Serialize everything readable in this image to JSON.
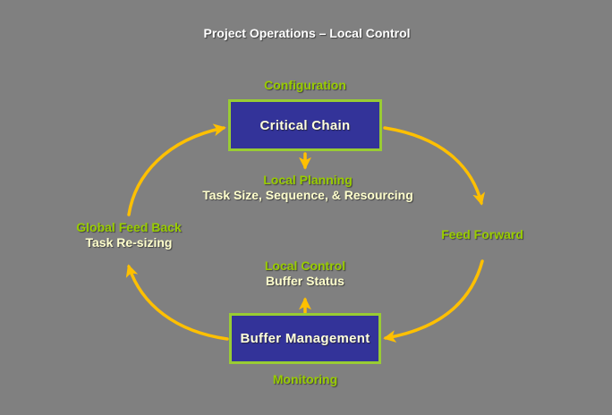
{
  "title": "Project Operations – Local Control",
  "labels": {
    "configuration": "Configuration",
    "critical_chain": "Critical Chain",
    "local_planning": "Local Planning",
    "task_size": "Task Size, Sequence, & Resourcing",
    "global_feed_back": "Global Feed Back",
    "task_resizing": "Task Re-sizing",
    "feed_forward": "Feed Forward",
    "local_control": "Local Control",
    "buffer_status": "Buffer Status",
    "buffer_management": "Buffer Management",
    "monitoring": "Monitoring"
  },
  "flow": {
    "direction": "clockwise",
    "cycle": [
      "Critical Chain",
      "Feed Forward",
      "Buffer Management",
      "Global Feed Back / Task Re-sizing"
    ]
  },
  "colors": {
    "background": "#808080",
    "title_text": "#FFFFFF",
    "green_text": "#99CC00",
    "cream_text": "#FFFFCC",
    "node_text": "#FFFFDD",
    "box_fill": "#333399",
    "box_border": "#99CC33",
    "arrow": "#FFC000"
  }
}
